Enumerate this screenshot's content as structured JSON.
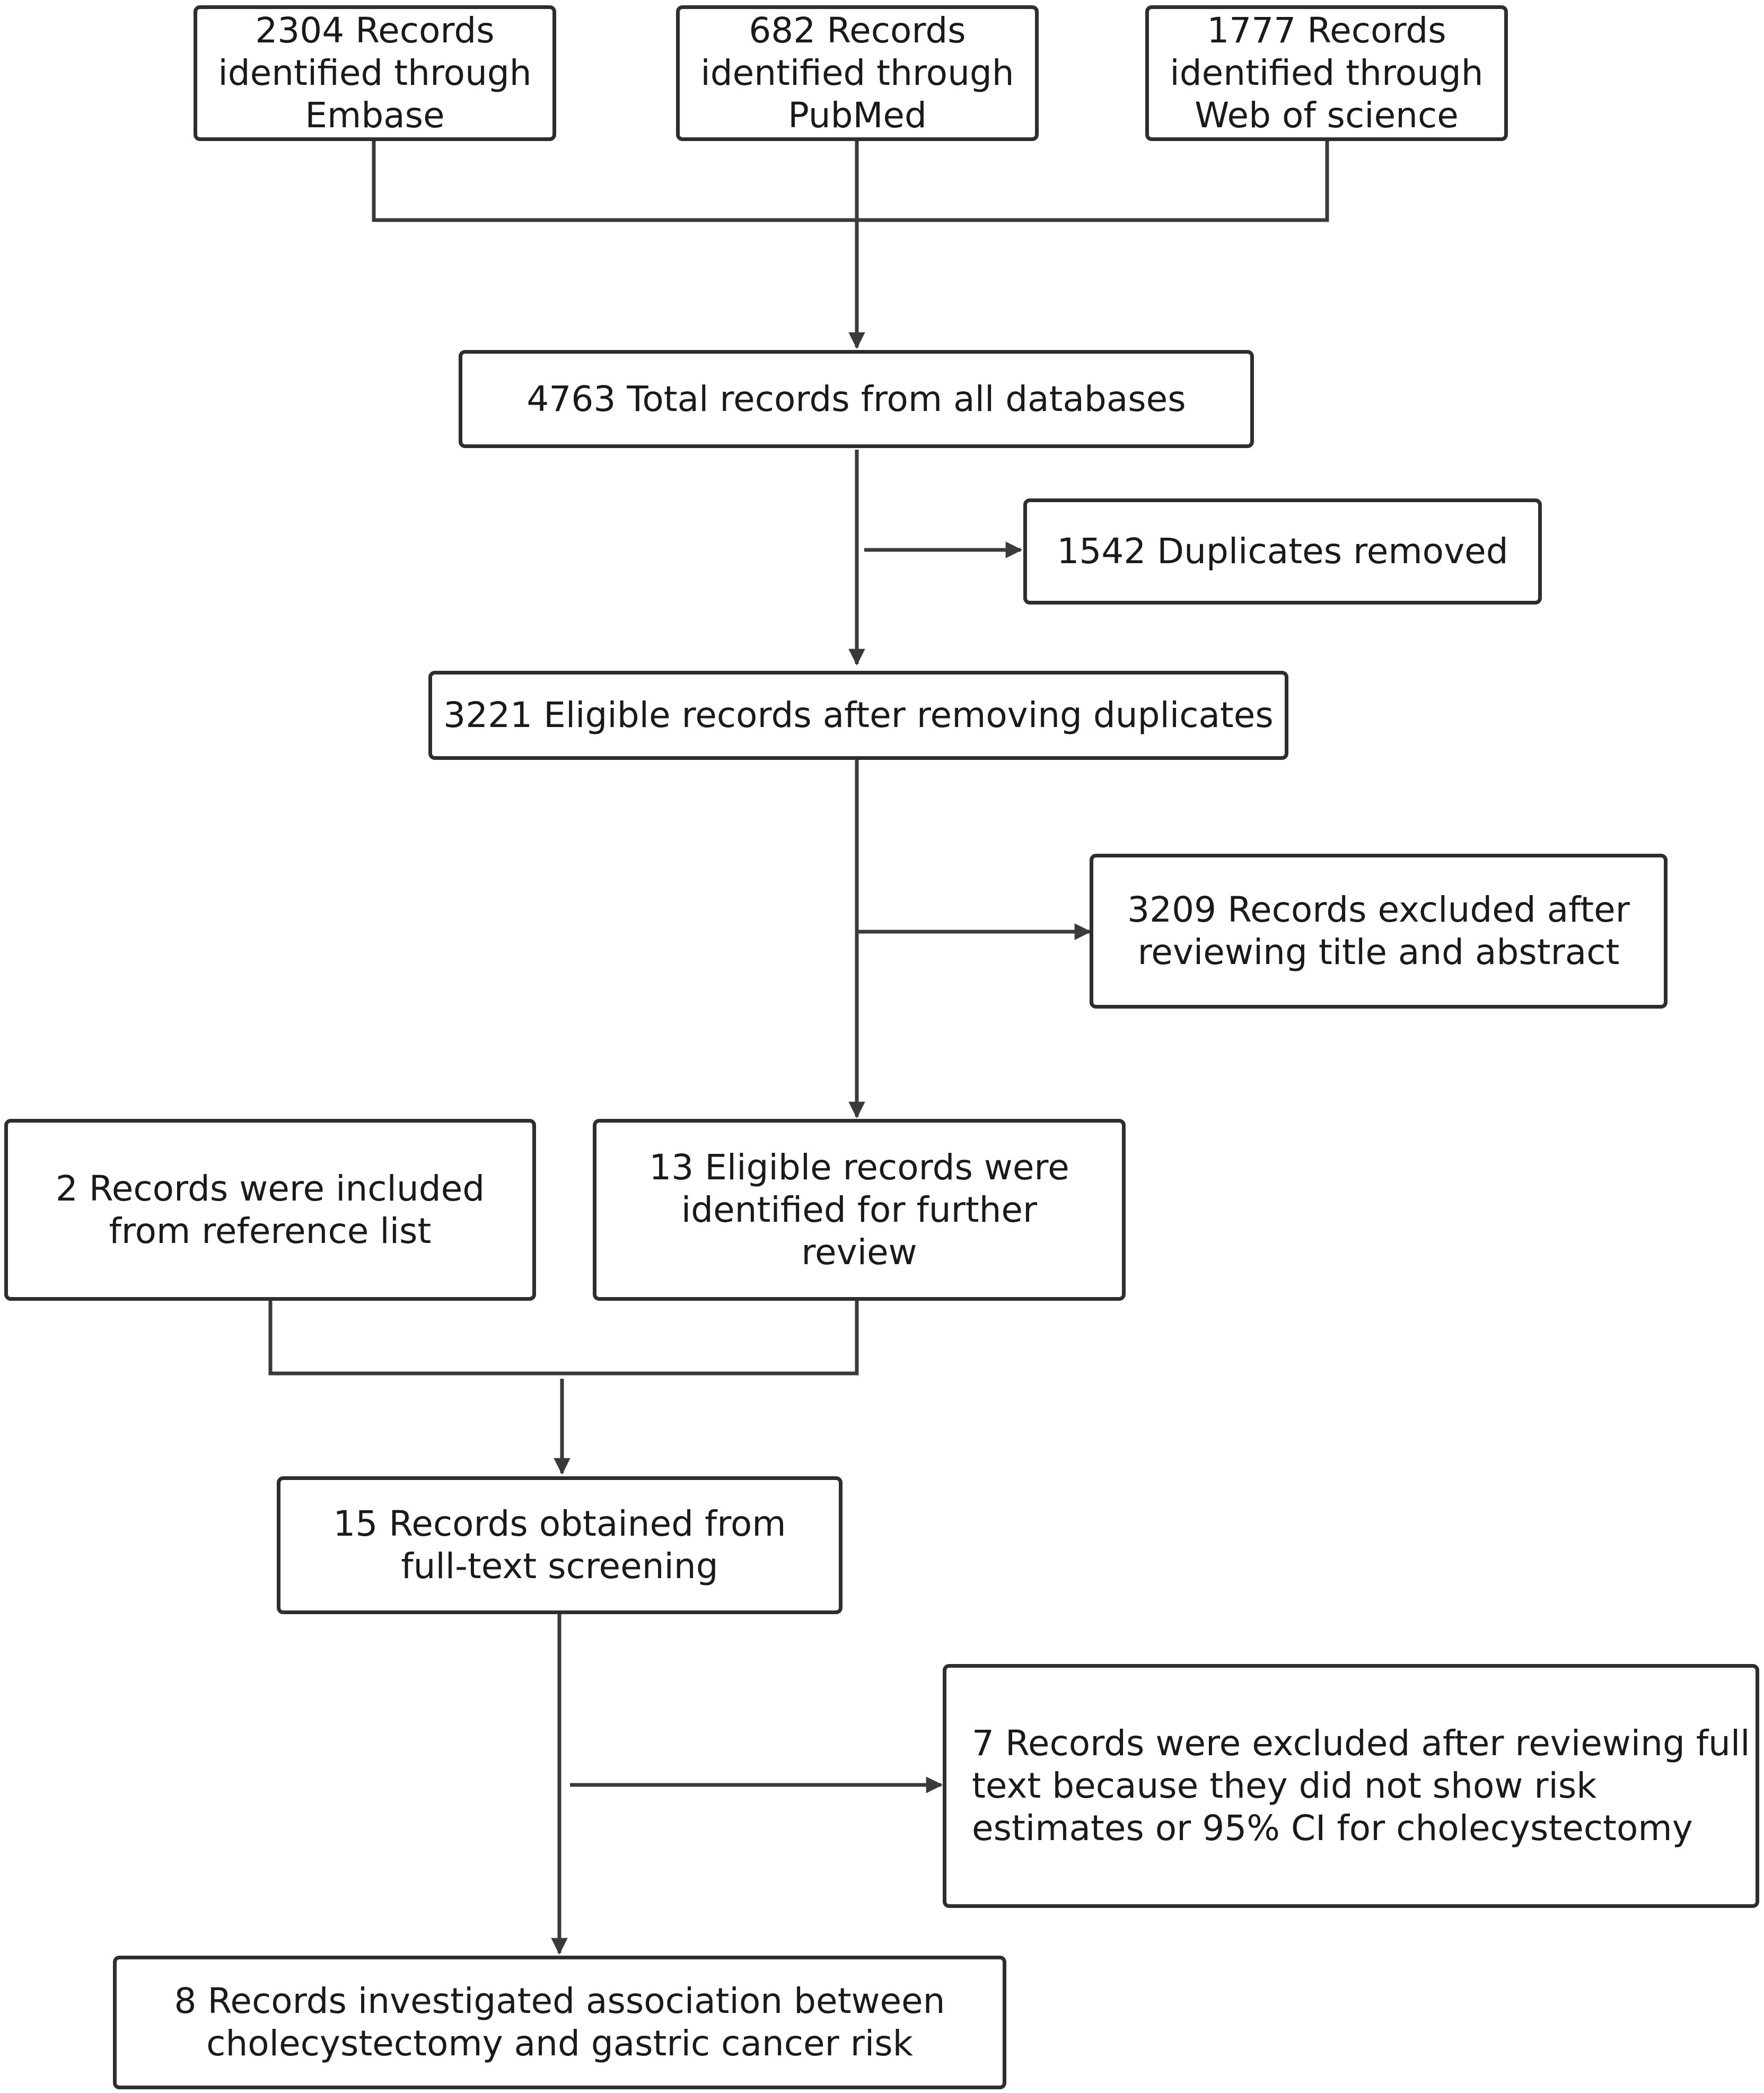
{
  "nodes": {
    "embase": [
      "2304 Records",
      "identified through",
      "Embase"
    ],
    "pubmed": [
      "682 Records",
      "identified through",
      "PubMed"
    ],
    "wos": [
      "1777 Records",
      "identified through",
      "Web of science"
    ],
    "total": [
      "4763 Total records from all databases"
    ],
    "duplicates": [
      "1542 Duplicates removed"
    ],
    "eligible": [
      "3221 Eligible records after removing duplicates"
    ],
    "excluded_title": [
      "3209 Records excluded after",
      "reviewing title and abstract"
    ],
    "reference": [
      "2 Records were included",
      "from reference list"
    ],
    "further_review": [
      "13 Eligible records were",
      "identified for further",
      "review"
    ],
    "fulltext": [
      "15 Records obtained from",
      "full-text screening"
    ],
    "excluded_fulltext": [
      "7 Records were excluded after reviewing full",
      "text because they did not show risk",
      "estimates or 95% CI for cholecystectomy"
    ],
    "final": [
      "8 Records investigated association between",
      "cholecystectomy and gastric cancer risk"
    ]
  },
  "colors": {
    "line": "#3a3a3a",
    "border": "#2e2e2e",
    "text": "#1a1a1a"
  }
}
